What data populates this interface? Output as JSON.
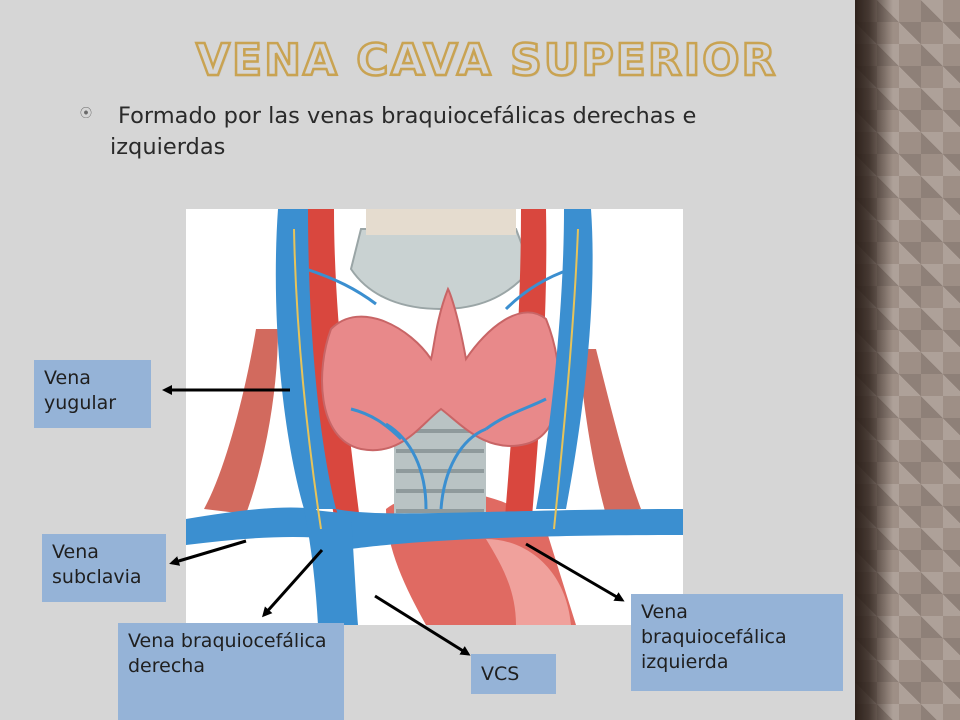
{
  "slide": {
    "title": "VENA  CAVA SUPERIOR",
    "bullet": "Formado por las venas braquiocefálicas derechas e izquierdas",
    "bullet_icon": "circle-dot-bullet-icon"
  },
  "labels": {
    "yugular": "Vena yugular",
    "subclavia": "Vena subclavia",
    "braquiocefalica_derecha": "Vena braquiocefálica derecha",
    "vcs": "VCS",
    "braquiocefalica_izquierda": "Vena braquiocefálica izquierda"
  },
  "colors": {
    "background": "#d6d6d6",
    "title_outline": "#c9a352",
    "label_box": "#95b3d7",
    "vein": "#3b8fd0",
    "artery": "#d9473e",
    "thyroid": "#e8898a"
  }
}
